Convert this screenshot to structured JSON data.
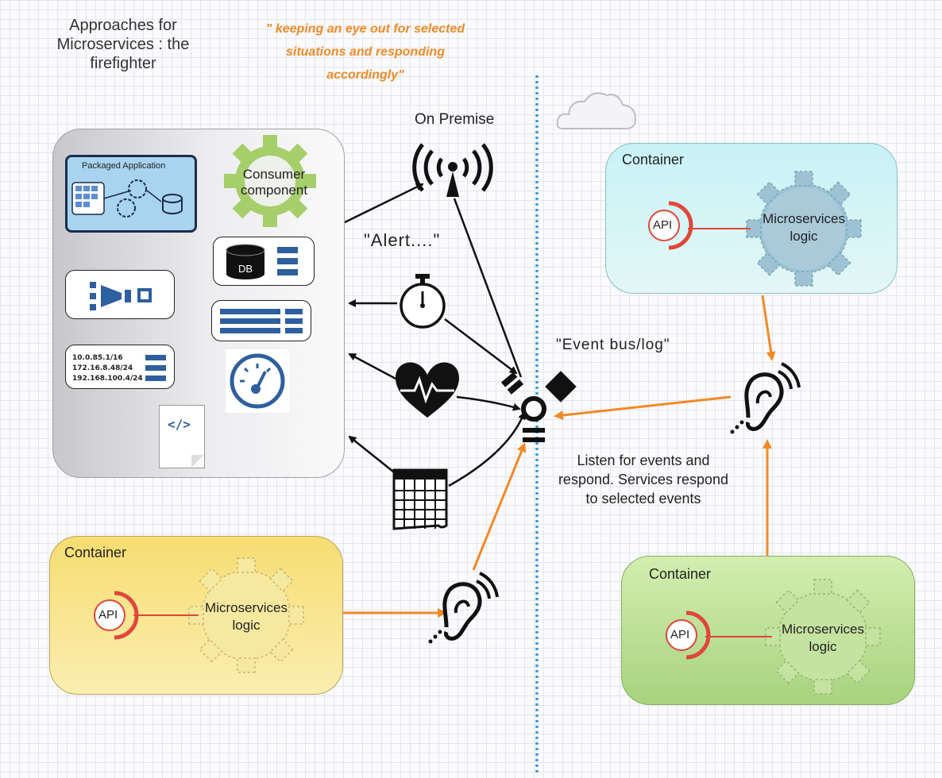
{
  "title": "Approaches for Microservices : the firefighter",
  "quote": "\" keeping an eye out for selected situations and responding accordingly\"",
  "on_premise_label": "On Premise",
  "alert_label": "\"Alert....\"",
  "event_bus_label": "\"Event bus/log\"",
  "listen_description": "Listen for events and respond. Services respond to selected events",
  "app_box": {
    "packaged_application_label": "Packaged Application",
    "consumer_component_label": "Consumer component",
    "db_label": "DB",
    "ip_lines": [
      "10.0.85.1/16",
      "172.16.8.48/24",
      "192.168.100.4/24"
    ],
    "code_symbol": "</>"
  },
  "containers": {
    "yellow": {
      "label": "Container",
      "api": "API",
      "logic": "Microservices logic"
    },
    "blue": {
      "label": "Container",
      "api": "API",
      "logic": "Microservices logic"
    },
    "green": {
      "label": "Container",
      "api": "API",
      "logic": "Microservices logic"
    }
  },
  "colors": {
    "orange": "#f08a26",
    "divider": "#3a9ad9",
    "api_red": "#e0463a",
    "icon_blue": "#2e5f9e"
  },
  "icons": [
    "antenna-icon",
    "stopwatch-icon",
    "heart-monitor-icon",
    "calendar-icon",
    "event-bus-icon",
    "ear-icon",
    "cloud-icon",
    "gear-icon",
    "gauge-icon",
    "database-icon"
  ]
}
